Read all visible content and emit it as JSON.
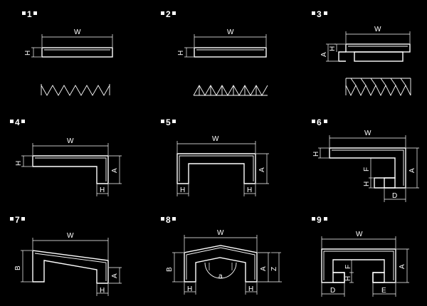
{
  "diagram": {
    "panels": [
      {
        "number": "1",
        "dims": [
          "W",
          "H"
        ]
      },
      {
        "number": "2",
        "dims": [
          "W",
          "H"
        ]
      },
      {
        "number": "3",
        "dims": [
          "W",
          "H",
          "A"
        ]
      },
      {
        "number": "4",
        "dims": [
          "W",
          "H",
          "A",
          "H"
        ]
      },
      {
        "number": "5",
        "dims": [
          "W",
          "A",
          "H",
          "H"
        ]
      },
      {
        "number": "6",
        "dims": [
          "W",
          "H",
          "A",
          "F",
          "H",
          "D"
        ]
      },
      {
        "number": "7",
        "dims": [
          "W",
          "B",
          "A",
          "H"
        ]
      },
      {
        "number": "8",
        "dims": [
          "W",
          "B",
          "A",
          "Z",
          "a",
          "H",
          "H"
        ]
      },
      {
        "number": "9",
        "dims": [
          "W",
          "A",
          "F",
          "H",
          "D",
          "E"
        ]
      }
    ]
  }
}
